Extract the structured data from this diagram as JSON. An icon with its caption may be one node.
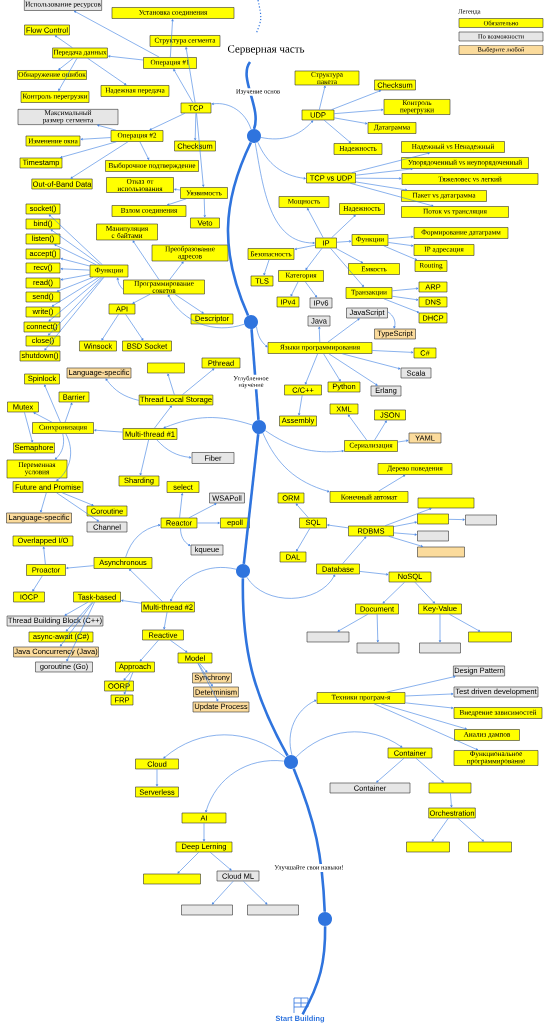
{
  "diagram": {
    "title": "Серверная часть",
    "nodes": [
      {
        "text": [
          "Использование ресурсов"
        ]
      },
      {
        "text": [
          "Установка соединения"
        ]
      },
      {
        "text": [
          "Flow Control"
        ]
      },
      {
        "text": [
          "Передача данных"
        ]
      },
      {
        "text": [
          "Структура сегмента"
        ]
      },
      {
        "text": [
          "Операция #1"
        ]
      },
      {
        "text": [
          "Обнаружение ошибок"
        ]
      },
      {
        "text": [
          "Контроль перегрузки"
        ]
      },
      {
        "text": [
          "Надежная передача"
        ]
      },
      {
        "text": [
          "TCP"
        ]
      },
      {
        "text": [
          "Максимальный размер сегмента"
        ]
      },
      {
        "text": [
          "Операция #2"
        ]
      },
      {
        "text": [
          "Изменение окна"
        ]
      },
      {
        "text": [
          "Checksum"
        ]
      },
      {
        "text": [
          "Timestamp"
        ]
      },
      {
        "text": [
          "Выборочное подтверждение"
        ]
      },
      {
        "text": [
          "Out-of-Band Data"
        ]
      },
      {
        "text": [
          "Отказ от использования"
        ]
      },
      {
        "text": [
          "Уязвимость"
        ]
      },
      {
        "text": [
          "Взлом соединения"
        ]
      },
      {
        "text": [
          "Veto"
        ]
      },
      {
        "text": [
          "Манипуляция с байтами"
        ]
      },
      {
        "text": [
          "Преобразование адресов"
        ]
      },
      {
        "text": [
          "Функции"
        ]
      },
      {
        "text": [
          "Программирование сокетов"
        ]
      },
      {
        "text": [
          "API"
        ]
      },
      {
        "text": [
          "Descriptor"
        ]
      },
      {
        "text": [
          "socket()"
        ]
      },
      {
        "text": [
          "bind()"
        ]
      },
      {
        "text": [
          "listen()"
        ]
      },
      {
        "text": [
          "accept()"
        ]
      },
      {
        "text": [
          "recv()"
        ]
      },
      {
        "text": [
          "read()"
        ]
      },
      {
        "text": [
          "send()"
        ]
      },
      {
        "text": [
          "write()"
        ]
      },
      {
        "text": [
          "connect()"
        ]
      },
      {
        "text": [
          "close()"
        ]
      },
      {
        "text": [
          "shutdown()"
        ]
      },
      {
        "text": [
          "Winsock"
        ]
      },
      {
        "text": [
          "BSD Socket"
        ]
      },
      {
        "text": [
          "Структура пакета"
        ]
      },
      {
        "text": [
          "Checksum"
        ]
      },
      {
        "text": [
          "UDP"
        ]
      },
      {
        "text": [
          "Контроль перегрузки"
        ]
      },
      {
        "text": [
          "Датаграмма"
        ]
      },
      {
        "text": [
          "Надежность"
        ]
      },
      {
        "text": [
          "Надежный vs Ненадежный"
        ]
      },
      {
        "text": [
          "Упорядоченный vs неупорядоченный"
        ]
      },
      {
        "text": [
          "TCP vs UDP"
        ]
      },
      {
        "text": [
          "Тяжеловес vs легкий"
        ]
      },
      {
        "text": [
          "Пакет vs датаграмма"
        ]
      },
      {
        "text": [
          "Поток vs трансляция"
        ]
      },
      {
        "text": [
          "Мощность"
        ]
      },
      {
        "text": [
          "Надежность"
        ]
      },
      {
        "text": [
          "IP"
        ]
      },
      {
        "text": [
          "Функции"
        ]
      },
      {
        "text": [
          "Формирование датаграмм"
        ]
      },
      {
        "text": [
          "IP адресация"
        ]
      },
      {
        "text": [
          "Безопасность"
        ]
      },
      {
        "text": [
          "Routing"
        ]
      },
      {
        "text": [
          "Емкость"
        ]
      },
      {
        "text": [
          "Категория"
        ]
      },
      {
        "text": [
          "TLS"
        ]
      },
      {
        "text": [
          "Транзакции"
        ]
      },
      {
        "text": [
          "ARP"
        ]
      },
      {
        "text": [
          "IPv4"
        ]
      },
      {
        "text": [
          "IPv6"
        ]
      },
      {
        "text": [
          "DNS"
        ]
      },
      {
        "text": [
          "JavaScript"
        ]
      },
      {
        "text": [
          "DHCP"
        ]
      },
      {
        "text": [
          "Java"
        ]
      },
      {
        "text": [
          "TypeScript"
        ]
      },
      {
        "text": [
          "Языки программирования"
        ]
      },
      {
        "text": [
          "C#"
        ]
      },
      {
        "text": [
          "Scala"
        ]
      },
      {
        "text": [
          "C/C++"
        ]
      },
      {
        "text": [
          "Python"
        ]
      },
      {
        "text": [
          "Erlang"
        ]
      },
      {
        "text": [
          "XML"
        ]
      },
      {
        "text": [
          "JSON"
        ]
      },
      {
        "text": [
          "Assembly"
        ]
      },
      {
        "text": [
          "YAML"
        ]
      },
      {
        "text": [
          "Сериализация"
        ]
      },
      {
        "text": [
          "Дерево поведения"
        ]
      },
      {
        "text": [
          "Конечный автомат"
        ]
      },
      {
        "text": [
          "ORM"
        ]
      },
      {
        "text": [],
        "shape": "box"
      },
      {
        "text": [],
        "shape": "box"
      },
      {
        "text": [],
        "shape": "box"
      },
      {
        "text": [
          "SQL"
        ]
      },
      {
        "text": [
          "RDBMS"
        ]
      },
      {
        "text": [],
        "shape": "box"
      },
      {
        "text": [],
        "shape": "box"
      },
      {
        "text": [
          "DAL"
        ]
      },
      {
        "text": [
          "Database"
        ]
      },
      {
        "text": [
          "NoSQL"
        ]
      },
      {
        "text": [
          "Document"
        ]
      },
      {
        "text": [
          "Key-Value"
        ]
      },
      {
        "text": [],
        "shape": "box"
      },
      {
        "text": [],
        "shape": "box"
      },
      {
        "text": [],
        "shape": "box"
      },
      {
        "text": [],
        "shape": "box"
      },
      {
        "text": [],
        "shape": "box"
      },
      {
        "text": [
          "Pthread"
        ]
      },
      {
        "text": [
          "Language-specific"
        ]
      },
      {
        "text": [
          "Spinlock"
        ]
      },
      {
        "text": [
          "Barrier"
        ]
      },
      {
        "text": [
          "Thread Local Storage"
        ]
      },
      {
        "text": [
          "Mutex"
        ]
      },
      {
        "text": [
          "Синхронизация"
        ]
      },
      {
        "text": [
          "Multi-thread #1"
        ]
      },
      {
        "text": [
          "Semaphore"
        ]
      },
      {
        "text": [
          "Fiber"
        ]
      },
      {
        "text": [
          "Переменная условия"
        ]
      },
      {
        "text": [
          "Sharding"
        ]
      },
      {
        "text": [
          "Future and Promise"
        ]
      },
      {
        "text": [
          "select"
        ]
      },
      {
        "text": [
          "WSAPoll"
        ]
      },
      {
        "text": [
          "Coroutine"
        ]
      },
      {
        "text": [
          "Language-specific"
        ]
      },
      {
        "text": [
          "Channel"
        ]
      },
      {
        "text": [
          "Reactor"
        ]
      },
      {
        "text": [
          "epoll"
        ]
      },
      {
        "text": [
          "Overlapped I/O"
        ]
      },
      {
        "text": [
          "kqueue"
        ]
      },
      {
        "text": [
          "Asynchronous"
        ]
      },
      {
        "text": [
          "Proactor"
        ]
      },
      {
        "text": [
          "IOCP"
        ]
      },
      {
        "text": [
          "Task-based"
        ]
      },
      {
        "text": [
          "Multi-thread #2"
        ]
      },
      {
        "text": [
          "Thread Building Block (C++)"
        ]
      },
      {
        "text": [
          "async-await (C#)"
        ]
      },
      {
        "text": [
          "Reactive"
        ]
      },
      {
        "text": [
          "Java Concurrency (Java)"
        ]
      },
      {
        "text": [
          "Model"
        ]
      },
      {
        "text": [
          "goroutine (Go)"
        ]
      },
      {
        "text": [
          "Approach"
        ]
      },
      {
        "text": [
          "Synchrony"
        ]
      },
      {
        "text": [
          "OORP"
        ]
      },
      {
        "text": [
          "Determinism"
        ]
      },
      {
        "text": [
          "FRP"
        ]
      },
      {
        "text": [
          "Update Process"
        ]
      },
      {
        "text": [
          "Design Pattern"
        ]
      },
      {
        "text": [
          "Test driven development"
        ]
      },
      {
        "text": [
          "Техники програм-я"
        ]
      },
      {
        "text": [
          "Внедрение зависимостей"
        ]
      },
      {
        "text": [
          "Анализ дампов"
        ]
      },
      {
        "text": [
          "Функциональное программирование"
        ]
      },
      {
        "text": [
          "Container"
        ]
      },
      {
        "text": [
          "Cloud"
        ]
      },
      {
        "text": [
          "Container"
        ]
      },
      {
        "text": [],
        "shape": "box"
      },
      {
        "text": [
          "Serverless"
        ]
      },
      {
        "text": [
          "Orchestration"
        ]
      },
      {
        "text": [
          "AI"
        ]
      },
      {
        "text": [
          "Deep Lerning"
        ]
      },
      {
        "text": [],
        "shape": "box"
      },
      {
        "text": [],
        "shape": "box"
      },
      {
        "text": [
          "Cloud ML"
        ]
      },
      {
        "text": [],
        "shape": "box"
      },
      {
        "text": [],
        "shape": "box"
      },
      {
        "text": [],
        "shape": "box"
      },
      {
        "text": [],
        "shape": "circle"
      },
      {
        "text": [],
        "shape": "circle"
      },
      {
        "text": [],
        "shape": "circle"
      },
      {
        "text": [],
        "shape": "circle"
      },
      {
        "text": [],
        "shape": "circle"
      },
      {
        "text": [],
        "shape": "circle"
      },
      {
        "text": [
          "Start Building"
        ]
      }
    ],
    "edges": [
      {
        "from": 162,
        "to": 9,
        "arrow": "to"
      },
      {
        "from": 9,
        "to": 5,
        "arrow": "to"
      },
      {
        "from": 9,
        "to": 4,
        "arrow": "to"
      },
      {
        "from": 9,
        "to": 11,
        "arrow": "to"
      },
      {
        "from": 9,
        "to": 13,
        "arrow": "to"
      },
      {
        "from": 9,
        "to": 18,
        "arrow": "to"
      },
      {
        "from": 5,
        "to": 1,
        "arrow": "to"
      },
      {
        "from": 5,
        "to": 0,
        "arrow": "to"
      },
      {
        "from": 5,
        "to": 3,
        "arrow": "to"
      },
      {
        "from": 3,
        "to": 2,
        "arrow": "to"
      },
      {
        "from": 3,
        "to": 6,
        "arrow": "to"
      },
      {
        "from": 3,
        "to": 7,
        "arrow": "to"
      },
      {
        "from": 3,
        "to": 8,
        "arrow": "to"
      },
      {
        "from": 11,
        "to": 10,
        "arrow": "to"
      },
      {
        "from": 11,
        "to": 12,
        "arrow": "to"
      },
      {
        "from": 11,
        "to": 14,
        "arrow": "to"
      },
      {
        "from": 11,
        "to": 16,
        "arrow": "to"
      },
      {
        "from": 11,
        "to": 15,
        "arrow": "to"
      },
      {
        "from": 18,
        "to": 17,
        "arrow": "to"
      },
      {
        "from": 18,
        "to": 19,
        "arrow": "to"
      },
      {
        "from": 18,
        "to": 20,
        "arrow": "to"
      },
      {
        "from": 162,
        "to": 42,
        "arrow": "to"
      },
      {
        "from": 42,
        "to": 40,
        "arrow": "to"
      },
      {
        "from": 42,
        "to": 41,
        "arrow": "to"
      },
      {
        "from": 42,
        "to": 43,
        "arrow": "to"
      },
      {
        "from": 42,
        "to": 44,
        "arrow": "to"
      },
      {
        "from": 42,
        "to": 45,
        "arrow": "to"
      },
      {
        "from": 162,
        "to": 48,
        "arrow": "to"
      },
      {
        "from": 48,
        "to": 46,
        "arrow": "to"
      },
      {
        "from": 48,
        "to": 47,
        "arrow": "to"
      },
      {
        "from": 48,
        "to": 49,
        "arrow": "to"
      },
      {
        "from": 48,
        "to": 50,
        "arrow": "to"
      },
      {
        "from": 48,
        "to": 51,
        "arrow": "to"
      },
      {
        "from": 162,
        "to": 54,
        "arrow": "to"
      },
      {
        "from": 54,
        "to": 52,
        "arrow": "to"
      },
      {
        "from": 54,
        "to": 53,
        "arrow": "to"
      },
      {
        "from": 54,
        "to": 55,
        "arrow": "to"
      },
      {
        "from": 55,
        "to": 56,
        "arrow": "to"
      },
      {
        "from": 55,
        "to": 57,
        "arrow": "to"
      },
      {
        "from": 55,
        "to": 59,
        "arrow": "to"
      },
      {
        "from": 54,
        "to": 58,
        "arrow": "to"
      },
      {
        "from": 58,
        "to": 62,
        "arrow": "to"
      },
      {
        "from": 54,
        "to": 61,
        "arrow": "to"
      },
      {
        "from": 61,
        "to": 65,
        "arrow": "to"
      },
      {
        "from": 61,
        "to": 66,
        "arrow": "to"
      },
      {
        "from": 54,
        "to": 60,
        "arrow": "to"
      },
      {
        "from": 54,
        "to": 63,
        "arrow": "to"
      },
      {
        "from": 63,
        "to": 64,
        "arrow": "to"
      },
      {
        "from": 63,
        "to": 67,
        "arrow": "to"
      },
      {
        "from": 63,
        "to": 69,
        "arrow": "to"
      },
      {
        "from": 163,
        "to": 24,
        "arrow": "to"
      },
      {
        "from": 24,
        "to": 21,
        "arrow": "to"
      },
      {
        "from": 24,
        "to": 22,
        "arrow": "to"
      },
      {
        "from": 24,
        "to": 23,
        "arrow": "to"
      },
      {
        "from": 24,
        "to": 25,
        "arrow": "to"
      },
      {
        "from": 24,
        "to": 26,
        "arrow": "to"
      },
      {
        "from": 23,
        "to": 27,
        "arrow": "to"
      },
      {
        "from": 23,
        "to": 28,
        "arrow": "to"
      },
      {
        "from": 23,
        "to": 29,
        "arrow": "to"
      },
      {
        "from": 23,
        "to": 30,
        "arrow": "to"
      },
      {
        "from": 23,
        "to": 31,
        "arrow": "to"
      },
      {
        "from": 23,
        "to": 32,
        "arrow": "to"
      },
      {
        "from": 23,
        "to": 33,
        "arrow": "to"
      },
      {
        "from": 23,
        "to": 34,
        "arrow": "to"
      },
      {
        "from": 23,
        "to": 35,
        "arrow": "to"
      },
      {
        "from": 23,
        "to": 36,
        "arrow": "to"
      },
      {
        "from": 23,
        "to": 37,
        "arrow": "to"
      },
      {
        "from": 25,
        "to": 38,
        "arrow": "to"
      },
      {
        "from": 25,
        "to": 39,
        "arrow": "to"
      },
      {
        "from": 163,
        "to": 72,
        "arrow": "to"
      },
      {
        "from": 72,
        "to": 70,
        "arrow": "to"
      },
      {
        "from": 72,
        "to": 68,
        "arrow": "to"
      },
      {
        "from": 68,
        "to": 71,
        "arrow": "to"
      },
      {
        "from": 72,
        "to": 73,
        "arrow": "to"
      },
      {
        "from": 72,
        "to": 74,
        "arrow": "to"
      },
      {
        "from": 72,
        "to": 77,
        "arrow": "to"
      },
      {
        "from": 72,
        "to": 75,
        "arrow": "to"
      },
      {
        "from": 72,
        "to": 76,
        "arrow": "to"
      },
      {
        "from": 75,
        "to": 80,
        "arrow": "to"
      },
      {
        "from": 164,
        "to": 82,
        "arrow": "to"
      },
      {
        "from": 82,
        "to": 78,
        "arrow": "to"
      },
      {
        "from": 82,
        "to": 79,
        "arrow": "to"
      },
      {
        "from": 82,
        "to": 81,
        "arrow": "to"
      },
      {
        "from": 164,
        "to": 84,
        "arrow": "to"
      },
      {
        "from": 84,
        "to": 83,
        "arrow": "to"
      },
      {
        "from": 164,
        "to": 110,
        "arrow": "to"
      },
      {
        "from": 110,
        "to": 107,
        "arrow": "to"
      },
      {
        "from": 107,
        "to": 102,
        "arrow": "to"
      },
      {
        "from": 107,
        "to": 103,
        "arrow": "to"
      },
      {
        "from": 107,
        "to": 104,
        "arrow": "to"
      },
      {
        "from": 110,
        "to": 109,
        "arrow": "to"
      },
      {
        "from": 109,
        "to": 105,
        "arrow": "to"
      },
      {
        "from": 109,
        "to": 106,
        "arrow": "to"
      },
      {
        "from": 109,
        "to": 108,
        "arrow": "to"
      },
      {
        "from": 108,
        "to": 111,
        "arrow": "to"
      },
      {
        "from": 109,
        "to": 113,
        "arrow": "to"
      },
      {
        "from": 109,
        "to": 115,
        "arrow": "to"
      },
      {
        "from": 115,
        "to": 119,
        "arrow": "to"
      },
      {
        "from": 115,
        "to": 118,
        "arrow": "to"
      },
      {
        "from": 115,
        "to": 120,
        "arrow": "to"
      },
      {
        "from": 110,
        "to": 112,
        "arrow": "to"
      },
      {
        "from": 110,
        "to": 114,
        "arrow": "to"
      },
      {
        "from": 165,
        "to": 129,
        "arrow": "to"
      },
      {
        "from": 129,
        "to": 125,
        "arrow": "to"
      },
      {
        "from": 125,
        "to": 121,
        "arrow": "to"
      },
      {
        "from": 121,
        "to": 116,
        "arrow": "to"
      },
      {
        "from": 121,
        "to": 117,
        "arrow": "to"
      },
      {
        "from": 121,
        "to": 122,
        "arrow": "to"
      },
      {
        "from": 121,
        "to": 124,
        "arrow": "to"
      },
      {
        "from": 125,
        "to": 126,
        "arrow": "to"
      },
      {
        "from": 126,
        "to": 123,
        "arrow": "to"
      },
      {
        "from": 126,
        "to": 127,
        "arrow": "to"
      },
      {
        "from": 129,
        "to": 128,
        "arrow": "to"
      },
      {
        "from": 128,
        "to": 130,
        "arrow": "to"
      },
      {
        "from": 128,
        "to": 131,
        "arrow": "to"
      },
      {
        "from": 128,
        "to": 133,
        "arrow": "to"
      },
      {
        "from": 128,
        "to": 135,
        "arrow": "to"
      },
      {
        "from": 129,
        "to": 132,
        "arrow": "to"
      },
      {
        "from": 132,
        "to": 136,
        "arrow": "to"
      },
      {
        "from": 132,
        "to": 134,
        "arrow": "to"
      },
      {
        "from": 136,
        "to": 138,
        "arrow": "to"
      },
      {
        "from": 136,
        "to": 140,
        "arrow": "to"
      },
      {
        "from": 134,
        "to": 137,
        "arrow": "to"
      },
      {
        "from": 134,
        "to": 139,
        "arrow": "to"
      },
      {
        "from": 134,
        "to": 141,
        "arrow": "to"
      },
      {
        "from": 165,
        "to": 94,
        "arrow": "to"
      },
      {
        "from": 94,
        "to": 90,
        "arrow": "to"
      },
      {
        "from": 90,
        "to": 89,
        "arrow": "to"
      },
      {
        "from": 89,
        "to": 85,
        "arrow": "to"
      },
      {
        "from": 89,
        "to": 93,
        "arrow": "to"
      },
      {
        "from": 90,
        "to": 86,
        "arrow": "to"
      },
      {
        "from": 90,
        "to": 87,
        "arrow": "to"
      },
      {
        "from": 90,
        "to": 91,
        "arrow": "to"
      },
      {
        "from": 90,
        "to": 92,
        "arrow": "to"
      },
      {
        "from": 87,
        "to": 88,
        "arrow": "to"
      },
      {
        "from": 94,
        "to": 95,
        "arrow": "to"
      },
      {
        "from": 95,
        "to": 96,
        "arrow": "to"
      },
      {
        "from": 95,
        "to": 97,
        "arrow": "to"
      },
      {
        "from": 96,
        "to": 98,
        "arrow": "to"
      },
      {
        "from": 96,
        "to": 100,
        "arrow": "to"
      },
      {
        "from": 97,
        "to": 101,
        "arrow": "to"
      },
      {
        "from": 97,
        "to": 99,
        "arrow": "to"
      },
      {
        "from": 166,
        "to": 144,
        "arrow": "to"
      },
      {
        "from": 144,
        "to": 142,
        "arrow": "to"
      },
      {
        "from": 144,
        "to": 143,
        "arrow": "to"
      },
      {
        "from": 144,
        "to": 145,
        "arrow": "to"
      },
      {
        "from": 144,
        "to": 146,
        "arrow": "to"
      },
      {
        "from": 144,
        "to": 147,
        "arrow": "to"
      },
      {
        "from": 166,
        "to": 148,
        "arrow": "to"
      },
      {
        "from": 148,
        "to": 150,
        "arrow": "to"
      },
      {
        "from": 148,
        "to": 151,
        "arrow": "to"
      },
      {
        "from": 151,
        "to": 153,
        "arrow": "to"
      },
      {
        "from": 153,
        "to": 156,
        "arrow": "to"
      },
      {
        "from": 153,
        "to": 157,
        "arrow": "to"
      },
      {
        "from": 166,
        "to": 149,
        "arrow": "to"
      },
      {
        "from": 149,
        "to": 152,
        "arrow": "to"
      },
      {
        "from": 166,
        "to": 154,
        "arrow": "to"
      },
      {
        "from": 154,
        "to": 155,
        "arrow": "to"
      },
      {
        "from": 155,
        "to": 159,
        "arrow": "to"
      },
      {
        "from": 155,
        "to": 158,
        "arrow": "to"
      },
      {
        "from": 158,
        "to": 160,
        "arrow": "to"
      },
      {
        "from": 158,
        "to": 161,
        "arrow": "to"
      },
      {
        "from": 162,
        "to": 163,
        "arrow": "none",
        "style": "thick"
      },
      {
        "from": 163,
        "to": 164,
        "arrow": "none",
        "style": "thick"
      },
      {
        "from": 164,
        "to": 165,
        "arrow": "none",
        "style": "thick"
      },
      {
        "from": 165,
        "to": 166,
        "arrow": "none",
        "style": "thick"
      },
      {
        "from": 166,
        "to": 167,
        "arrow": "none",
        "style": "thick"
      },
      {
        "from": 167,
        "to": 168,
        "arrow": "none",
        "style": "thick"
      }
    ],
    "labels": [
      "Легенда",
      "Изучение основ",
      "Углубленное изучение",
      "Улучшайте свои навыки!"
    ],
    "legend": [
      {
        "text": "Обязательно",
        "color": "#ffff00"
      },
      {
        "text": "По возможности",
        "color": "#e6e6e6"
      },
      {
        "text": "Выберите любой",
        "color": "#fbdb9c"
      }
    ]
  }
}
